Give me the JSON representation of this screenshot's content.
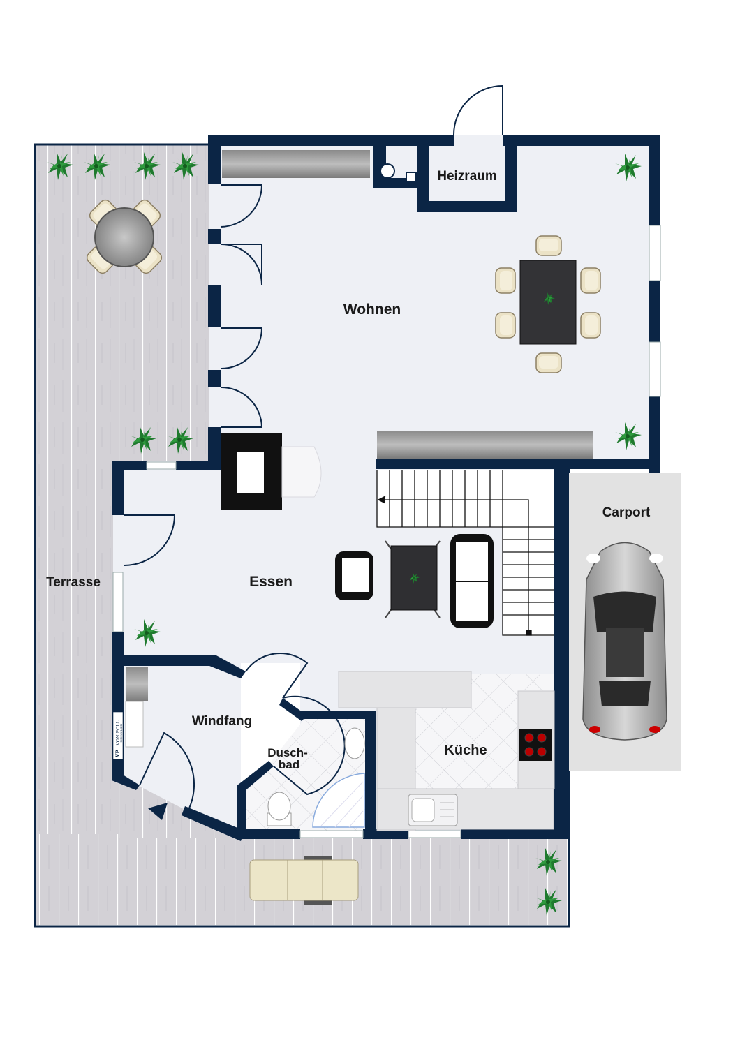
{
  "colors": {
    "wall": "#0b2545",
    "floor": "#eef0f5",
    "deck": "#d3d1d6",
    "carport": "#e0e0e0",
    "tile_line": "#d8d8dc",
    "plant": "#1e7a2c",
    "chair": "#ebe2c6"
  },
  "rooms": {
    "wohnen": "Wohnen",
    "heizraum": "Heizraum",
    "essen": "Essen",
    "terrasse": "Terrasse",
    "carport": "Carport",
    "windfang": "Windfang",
    "duschbad_line1": "Dusch-",
    "duschbad_line2": "bad",
    "kueche": "Küche"
  },
  "logo": {
    "initials": "VP",
    "name": "VON POLL",
    "tagline": "IMMOBILIEN"
  },
  "icons": [
    "plant-icon",
    "dining-table-icon",
    "chair-icon",
    "sofa-icon",
    "armchair-icon",
    "coffee-table-icon",
    "stairs-icon",
    "car-icon",
    "fireplace-icon",
    "toilet-icon",
    "shower-icon",
    "sink-icon",
    "stove-icon",
    "sun-lounger-icon",
    "door-arc-icon"
  ]
}
